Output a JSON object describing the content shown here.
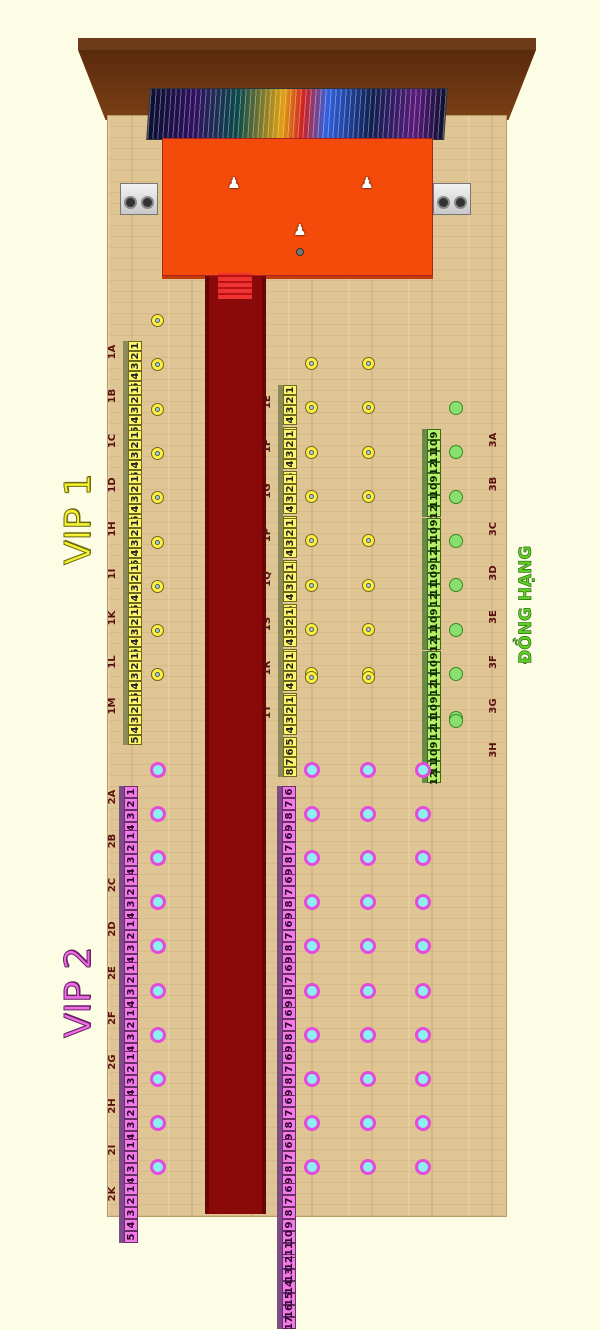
{
  "zones": {
    "vip1": "VIP 1",
    "vip2": "VIP 2",
    "dong_hang": "ĐỒNG HẠNG"
  },
  "vip1": {
    "left_rows": [
      "1A",
      "1B",
      "1C",
      "1D",
      "1H",
      "1I",
      "1K",
      "1L",
      "1M"
    ],
    "left_seats": [
      "1",
      "2",
      "3",
      "4",
      "5"
    ],
    "right_rows": [
      "1E",
      "1F",
      "1G",
      "1P",
      "1Q",
      "1S",
      "1R",
      "1T"
    ],
    "right_seats": [
      "1",
      "2",
      "3",
      "4",
      "5",
      "6",
      "7",
      "8"
    ]
  },
  "dong_hang": {
    "rows": [
      "3A",
      "3B",
      "3C",
      "3D",
      "3E",
      "3F",
      "3G",
      "3H"
    ],
    "seats": [
      "9",
      "10",
      "11",
      "12"
    ]
  },
  "vip2": {
    "rows": [
      "2A",
      "2B",
      "2C",
      "2D",
      "2E",
      "2F",
      "2G",
      "2H",
      "2I",
      "2K"
    ],
    "left_seats": [
      "1",
      "2",
      "3",
      "4",
      "5"
    ],
    "right_seats": [
      "6",
      "7",
      "8",
      "9",
      "10",
      "11",
      "12",
      "13",
      "14",
      "15",
      "16",
      "17"
    ]
  },
  "colors": {
    "vip1": "#fff56a",
    "vip2": "#f07be6",
    "dong_hang": "#b7f069",
    "stage": "#f44a0a",
    "carpet": "#8a0a0a",
    "roof": "#6e3a17"
  },
  "icons": {
    "performer": "performer-icon",
    "speaker": "speaker-icon",
    "microphone": "microphone-icon"
  }
}
